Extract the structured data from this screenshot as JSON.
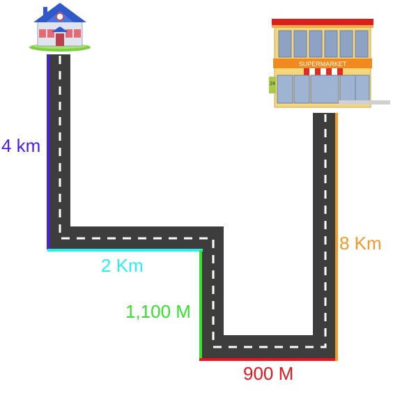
{
  "labels": {
    "segment_1": "4 km",
    "segment_2": "2 Km",
    "segment_3": "1,100 M",
    "segment_4": "900 M",
    "segment_5": "8 Km"
  },
  "store": {
    "sign_text": "SUPERMARKET",
    "hours_badge": "24"
  },
  "colors": {
    "segment_1": "#4b1ee8",
    "segment_2": "#27f0f0",
    "segment_3": "#33e22b",
    "segment_4": "#e8141b",
    "segment_5": "#f09a2a",
    "road": "#3d3d3d",
    "road_marking": "#ffffff",
    "store_awning": "#d8201c",
    "store_sign": "#f08a1e",
    "house_roof": "#2f58c8"
  }
}
